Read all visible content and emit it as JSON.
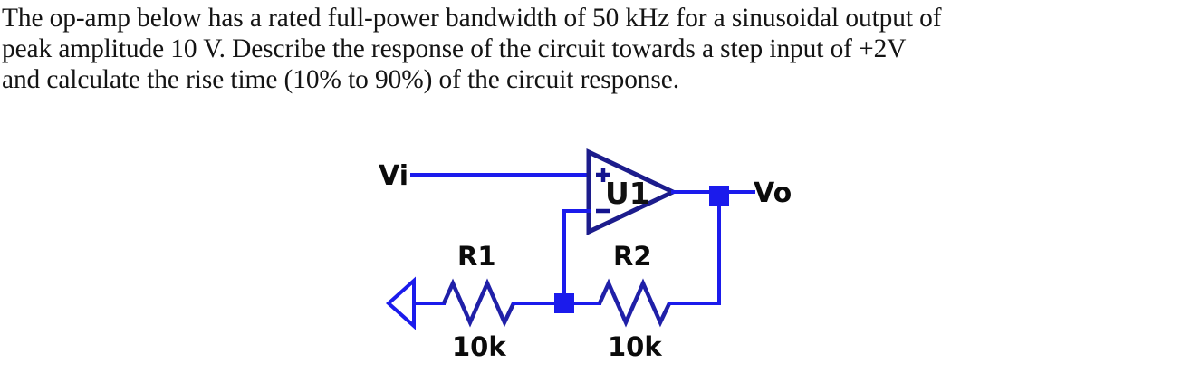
{
  "question": {
    "lines": [
      "The op-amp below has a rated full-power bandwidth of 50 kHz for a sinusoidal output of",
      "peak amplitude 10 V. Describe the response of the circuit towards a step input of +2V",
      "and calculate the rise time (10% to 90%) of the circuit response."
    ]
  },
  "circuit": {
    "title": "Non-inverting op-amp amplifier schematic",
    "colors": {
      "wire": "#1b1bec",
      "component_outline": "#1c1c8c",
      "node": "#1b1bec",
      "label": "#0b0b0b",
      "background": "#ffffff"
    },
    "labels": {
      "input": "Vi",
      "output": "Vo",
      "opamp": "U1",
      "opamp_plus": "+",
      "opamp_minus": "−",
      "r1_name": "R1",
      "r1_value": "10k",
      "r2_name": "R2",
      "r2_value": "10k"
    }
  }
}
